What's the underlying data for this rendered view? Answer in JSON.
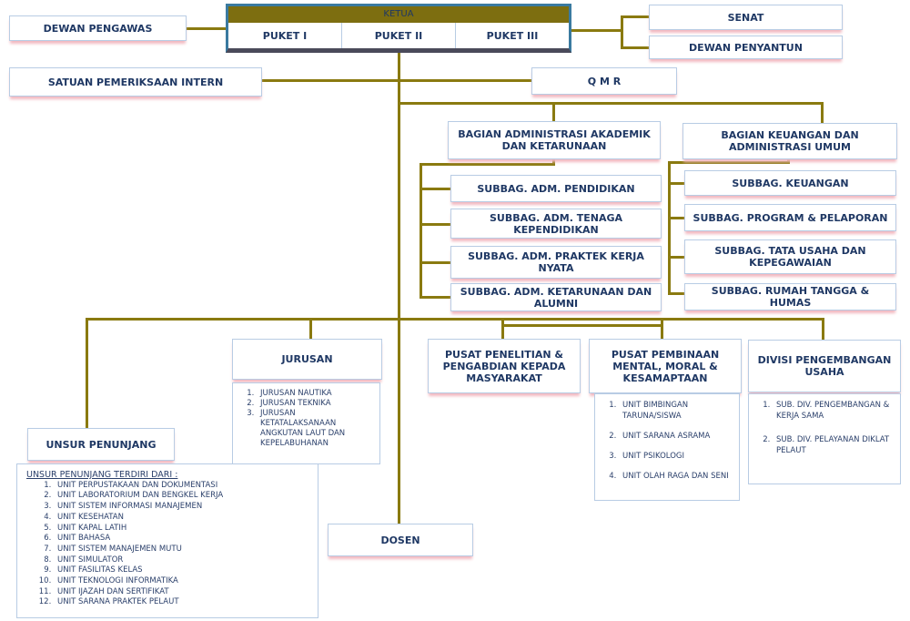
{
  "ketua": {
    "title": "KETUA",
    "puket": [
      "PUKET I",
      "PUKET II",
      "PUKET III"
    ]
  },
  "dewan_pengawas": "DEWAN PENGAWAS",
  "senat": "SENAT",
  "dewan_penyantun": "DEWAN PENYANTUN",
  "spi": "SATUAN PEMERIKSAAN INTERN",
  "qmr": "Q M R",
  "bagian_akademik": {
    "title": "BAGIAN ADMINISTRASI AKADEMIK DAN KETARUNAAN",
    "subbag": [
      "SUBBAG. ADM. PENDIDIKAN",
      "SUBBAG. ADM. TENAGA KEPENDIDIKAN",
      "SUBBAG. ADM. PRAKTEK KERJA NYATA",
      "SUBBAG. ADM. KETARUNAAN DAN ALUMNI"
    ]
  },
  "bagian_keuangan": {
    "title": "BAGIAN KEUANGAN DAN ADMINISTRASI UMUM",
    "subbag": [
      "SUBBAG. KEUANGAN",
      "SUBBAG. PROGRAM & PELAPORAN",
      "SUBBAG. TATA USAHA DAN KEPEGAWAIAN",
      "SUBBAG. RUMAH TANGGA & HUMAS"
    ]
  },
  "jurusan": {
    "title": "JURUSAN",
    "items": [
      "JURUSAN NAUTIKA",
      "JURUSAN TEKNIKA",
      "JURUSAN KETATALAKSANAAN ANGKUTAN LAUT DAN KEPELABUHANAN"
    ]
  },
  "pusat_penelitian": "PUSAT PENELITIAN & PENGABDIAN KEPADA MASYARAKAT",
  "pusat_pembinaan": {
    "title": "PUSAT PEMBINAAN MENTAL, MORAL & KESAMAPTAAN",
    "items": [
      "UNIT BIMBINGAN TARUNA/SISWA",
      "UNIT SARANA ASRAMA",
      "UNIT PSIKOLOGI",
      "UNIT OLAH RAGA DAN SENI"
    ]
  },
  "divisi": {
    "title": "DIVISI PENGEMBANGAN USAHA",
    "items": [
      "SUB. DIV. PENGEMBANGAN & KERJA SAMA",
      "SUB. DIV. PELAYANAN DIKLAT PELAUT"
    ]
  },
  "unsur": {
    "title": "UNSUR PENUNJANG",
    "heading": "UNSUR PENUNJANG TERDIRI DARI :",
    "items": [
      "UNIT PERPUSTAKAAN DAN DOKUMENTASI",
      "UNIT LABORATORIUM DAN BENGKEL KERJA",
      "UNIT SISTEM INFORMASI MANAJEMEN",
      "UNIT KESEHATAN",
      "UNIT KAPAL LATIH",
      "UNIT BAHASA",
      "UNIT SISTEM MANAJEMEN MUTU",
      "UNIT SIMULATOR",
      "UNIT FASILITAS KELAS",
      "UNIT TEKNOLOGI INFORMATIKA",
      "UNIT IJAZAH DAN SERTIFIKAT",
      "UNIT SARANA PRAKTEK PELAUT"
    ]
  },
  "dosen": "DOSEN"
}
